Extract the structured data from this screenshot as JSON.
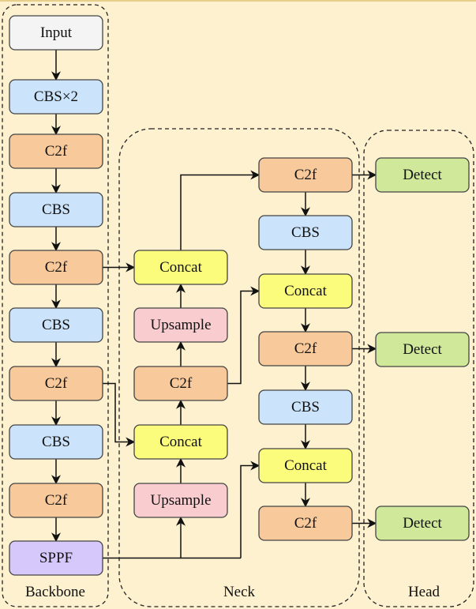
{
  "colors": {
    "background": "#fdf1cf",
    "input": "#f4f4f4",
    "cbs": "#cce4fb",
    "c2f": "#f8c99b",
    "concat": "#fbfb7c",
    "upsample": "#f9ccd0",
    "sppf": "#d7c8fb",
    "detect": "#cfe89a"
  },
  "groups": {
    "backbone": "Backbone",
    "neck": "Neck",
    "head": "Head"
  },
  "backbone": [
    {
      "label": "Input",
      "type": "input"
    },
    {
      "label": "CBS×2",
      "type": "cbs"
    },
    {
      "label": "C2f",
      "type": "c2f"
    },
    {
      "label": "CBS",
      "type": "cbs"
    },
    {
      "label": "C2f",
      "type": "c2f"
    },
    {
      "label": "CBS",
      "type": "cbs"
    },
    {
      "label": "C2f",
      "type": "c2f"
    },
    {
      "label": "CBS",
      "type": "cbs"
    },
    {
      "label": "C2f",
      "type": "c2f"
    },
    {
      "label": "SPPF",
      "type": "sppf"
    }
  ],
  "neck_left": [
    {
      "label": "Concat",
      "type": "concat"
    },
    {
      "label": "Upsample",
      "type": "upsample"
    },
    {
      "label": "C2f",
      "type": "c2f"
    },
    {
      "label": "Concat",
      "type": "concat"
    },
    {
      "label": "Upsample",
      "type": "upsample"
    }
  ],
  "neck_right": [
    {
      "label": "C2f",
      "type": "c2f"
    },
    {
      "label": "CBS",
      "type": "cbs"
    },
    {
      "label": "Concat",
      "type": "concat"
    },
    {
      "label": "C2f",
      "type": "c2f"
    },
    {
      "label": "CBS",
      "type": "cbs"
    },
    {
      "label": "Concat",
      "type": "concat"
    },
    {
      "label": "C2f",
      "type": "c2f"
    }
  ],
  "head": [
    {
      "label": "Detect",
      "type": "detect"
    },
    {
      "label": "Detect",
      "type": "detect"
    },
    {
      "label": "Detect",
      "type": "detect"
    }
  ]
}
